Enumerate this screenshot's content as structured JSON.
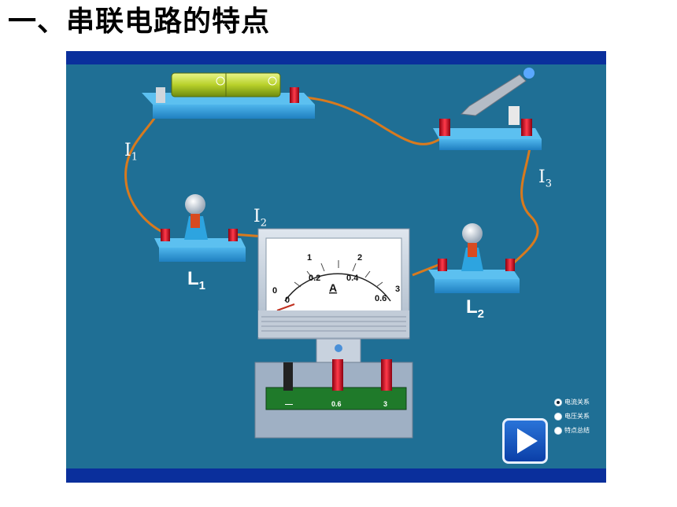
{
  "heading": "一、串联电路的特点",
  "labels": {
    "i1": "I",
    "i1_sub": "1",
    "i2": "I",
    "i2_sub": "2",
    "i3": "I",
    "i3_sub": "3",
    "l1": "L",
    "l1_sub": "1",
    "l2": "L",
    "l2_sub": "2"
  },
  "ammeter": {
    "unit": "A",
    "upper_scale": [
      "0",
      "1",
      "2",
      "3"
    ],
    "lower_scale": [
      "0",
      "0.2",
      "0.4",
      "0.6"
    ],
    "terminals": [
      "—",
      "0.6",
      "3"
    ]
  },
  "options": [
    {
      "label": "电流关系",
      "selected": true
    },
    {
      "label": "电压关系",
      "selected": false
    },
    {
      "label": "特点总结",
      "selected": false
    }
  ],
  "play_button": {
    "icon": "play-icon"
  },
  "colors": {
    "stage_bg": "#1f6f95",
    "stage_bar": "#0a2f9c",
    "base": "#2e9bd8",
    "wire": "#d87a1e"
  }
}
